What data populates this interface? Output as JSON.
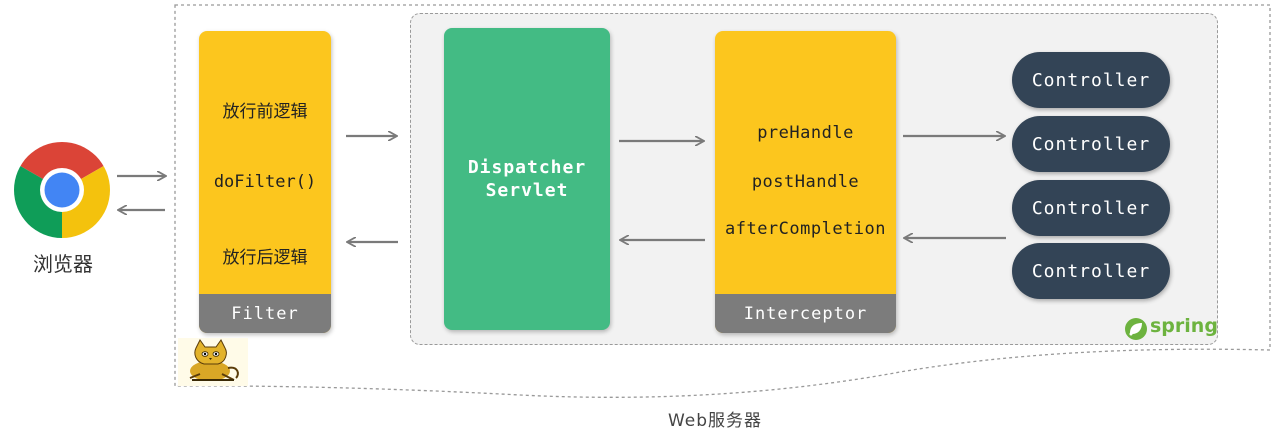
{
  "browser": {
    "label": "浏览器",
    "icon": "chrome-icon"
  },
  "filter": {
    "pre_logic": "放行前逻辑",
    "do_filter": "doFilter()",
    "post_logic": "放行后逻辑",
    "footer": "Filter"
  },
  "dispatcher": {
    "line1": "Dispatcher",
    "line2": "Servlet"
  },
  "interceptor": {
    "pre_handle": "preHandle",
    "post_handle": "postHandle",
    "after_completion": "afterCompletion",
    "footer": "Interceptor"
  },
  "controllers": [
    "Controller",
    "Controller",
    "Controller",
    "Controller"
  ],
  "spring": {
    "label": "spring",
    "icon": "spring-leaf-icon"
  },
  "tomcat": {
    "icon": "tomcat-icon"
  },
  "server": {
    "label": "Web服务器"
  },
  "colors": {
    "filter": "#fcc61e",
    "dispatcher": "#43bb84",
    "controller": "#334456",
    "footer": "#7c7c7c",
    "spring_green": "#6db33f"
  }
}
